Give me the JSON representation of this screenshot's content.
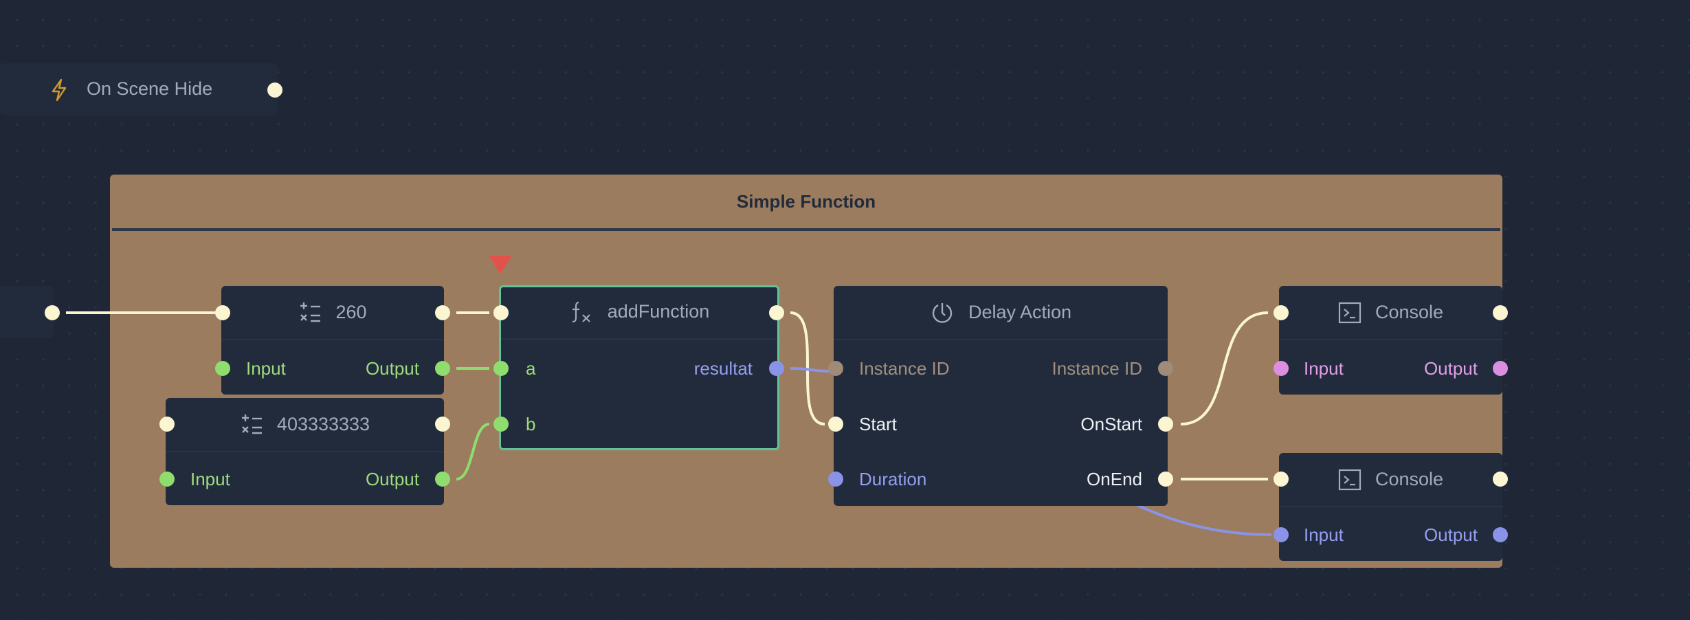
{
  "colors": {
    "canvas": "#1f2736",
    "group": "#9c7c5e",
    "node": "#222b3b",
    "exec": "#fbf5d2",
    "number": "#8fdc6f",
    "generic": "#8a93e8",
    "string": "#dc8fe1",
    "selected_outline": "#62c39a",
    "breakpoint": "#e2524a"
  },
  "event_node": {
    "title": "On Scene Hide",
    "icon": "bolt-icon"
  },
  "group": {
    "title": "Simple Function"
  },
  "nodes": {
    "num1": {
      "value": "260",
      "icon": "calculator-icon",
      "input_label": "Input",
      "output_label": "Output"
    },
    "num2": {
      "value": "403333333",
      "icon": "calculator-icon",
      "input_label": "Input",
      "output_label": "Output"
    },
    "add": {
      "title": "addFunction",
      "icon": "function-icon",
      "param_a": "a",
      "param_b": "b",
      "result": "resultat",
      "selected": true,
      "breakpoint": true
    },
    "delay": {
      "title": "Delay Action",
      "icon": "timer-icon",
      "in_instance": "Instance ID",
      "out_instance": "Instance ID",
      "start": "Start",
      "on_start": "OnStart",
      "duration": "Duration",
      "on_end": "OnEnd"
    },
    "console1": {
      "title": "Console",
      "icon": "terminal-icon",
      "input_label": "Input",
      "output_label": "Output"
    },
    "console2": {
      "title": "Console",
      "icon": "terminal-icon",
      "input_label": "Input",
      "output_label": "Output"
    }
  }
}
